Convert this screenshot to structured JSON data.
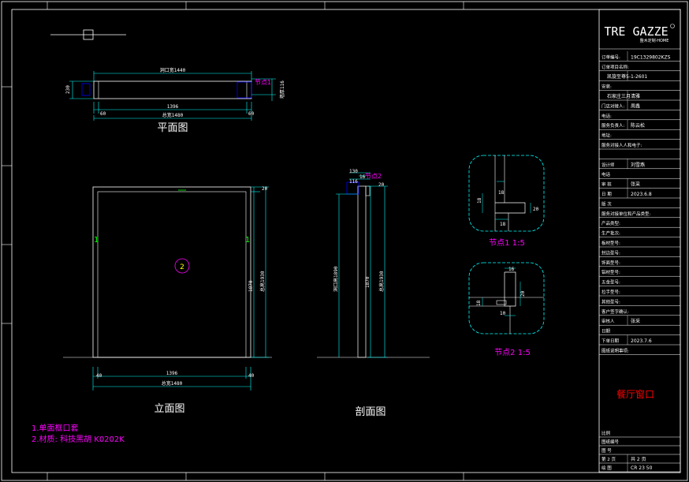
{
  "views": {
    "plan_label": "平面图",
    "elevation_label": "立面图",
    "section_label": "剖面图"
  },
  "plan": {
    "dim_inner_top": "洞口宽1440",
    "dim_total_bottom": "总宽1480",
    "dim_middle": "1396",
    "dim_left_small": "60",
    "dim_right_small": "60",
    "dim_left_depth": "230",
    "dim_right_wall": "墙厚116",
    "node_tag_plan": "节点1"
  },
  "elevation": {
    "dim_top_small": "20",
    "dim_height_total": "总高1930",
    "dim_height_inner": "1870",
    "dim_bottom_middle": "1396",
    "dim_bottom_total": "总宽1480",
    "dim_bottom_left": "40",
    "dim_bottom_right": "40",
    "panel_mark": "2",
    "side_mark_left": "1",
    "side_mark_right": "1"
  },
  "section": {
    "dim_top_1": "130",
    "dim_top_2": "116",
    "dim_top_3": "16",
    "dim_top_4": "20",
    "node_tag_section": "节点2",
    "dim_left_height": "洞口高1890",
    "dim_mid_height": "1870",
    "dim_right_height": "总高1930"
  },
  "details": {
    "node1_title": "节点1  1:5",
    "node2_title": "节点2  1:5",
    "n1_dim_a": "18",
    "n1_dim_b": "18",
    "n1_dim_c": "18",
    "n1_dim_d": "20",
    "n2_dim_a": "16",
    "n2_dim_b": "18",
    "n2_dim_c": "20",
    "n2_dim_d": "10"
  },
  "notes": {
    "note1": "1.单面框口套",
    "note2": "2.材质: 科技黑胡 K0202K"
  },
  "title_block": {
    "logo": "TRE GAZZE",
    "logo_sub": "整木定制·HOME",
    "rows": [
      {
        "label": "订单编号:",
        "value": "19C1329802KZS"
      },
      {
        "label": "订单项目名称:",
        "value": ""
      },
      {
        "label": "",
        "value": "凯旋至尊5-1-2601"
      },
      {
        "label": "安装:",
        "value": ""
      },
      {
        "label": "",
        "value": "石家庄三月清雅"
      },
      {
        "label": "门店对接人:",
        "value": "周鑫"
      },
      {
        "label": "电话:",
        "value": ""
      },
      {
        "label": "服务负责人:",
        "value": "陈云松"
      },
      {
        "label": "地址:",
        "value": ""
      },
      {
        "label": "服务对接人人和电子:",
        "value": ""
      },
      {
        "label": "",
        "value": ""
      },
      {
        "label": "设计师",
        "value": "刘雪燕"
      },
      {
        "label": "电话",
        "value": ""
      },
      {
        "label": "审 核",
        "value": "张采"
      },
      {
        "label": "日 期",
        "value": "2023.6.8"
      },
      {
        "label": "版 次",
        "value": ""
      },
      {
        "label": "服务对接单位和产品类型:",
        "value": ""
      },
      {
        "label": "产品类型:",
        "value": ""
      },
      {
        "label": "生产批次:",
        "value": ""
      },
      {
        "label": "板材型号:",
        "value": ""
      },
      {
        "label": "封边型号:",
        "value": ""
      },
      {
        "label": "饰面型号:",
        "value": ""
      },
      {
        "label": "铝材型号:",
        "value": ""
      },
      {
        "label": "五金型号:",
        "value": ""
      },
      {
        "label": "拉手型号:",
        "value": ""
      },
      {
        "label": "其他型号:",
        "value": ""
      },
      {
        "label": "客户签字确认:",
        "value": ""
      },
      {
        "label": "审核人",
        "value": "张采"
      },
      {
        "label": "日期",
        "value": ""
      },
      {
        "label": "下单日期",
        "value": "2023.7.6"
      },
      {
        "label": "图纸说明事项:",
        "value": ""
      }
    ],
    "room_name": "餐厅窗口",
    "bottom_rows": [
      {
        "label": "比例",
        "value": ""
      },
      {
        "label": "图纸编号",
        "value": ""
      },
      {
        "label": "图 号",
        "value": ""
      },
      {
        "label": "第 2 页",
        "value": "共 2 页"
      },
      {
        "label": "绘 图",
        "value": "CR 23 50"
      }
    ]
  },
  "colors": {
    "frame": "#ffffff",
    "dim": "#00ffff",
    "magenta": "#ff00ff",
    "red": "#ff0000",
    "green": "#00ff00",
    "yellow": "#ffff00",
    "blue": "#0000ff"
  }
}
